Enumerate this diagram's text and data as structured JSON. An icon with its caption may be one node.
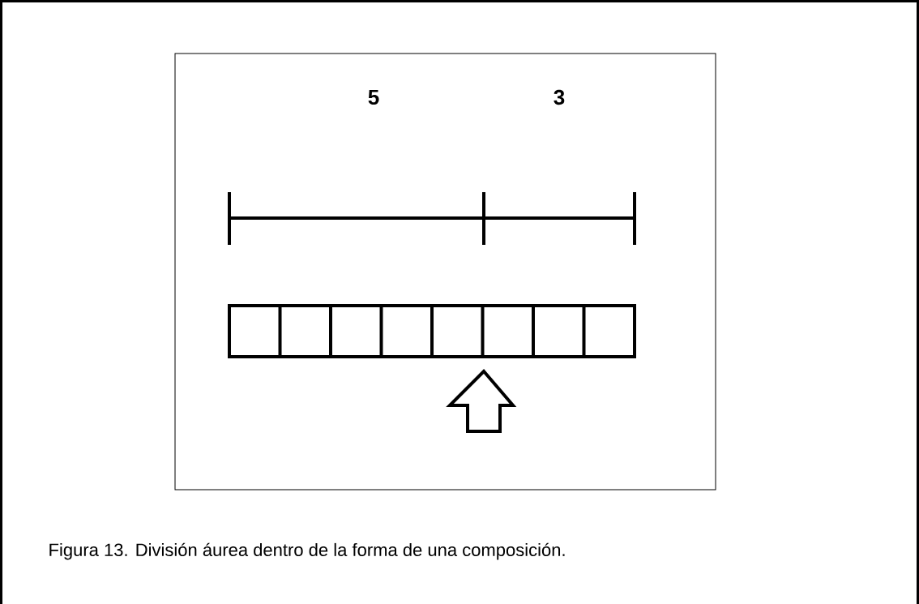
{
  "diagram": {
    "caption": "Figura 13. División áurea dentro de la forma de una composición.",
    "labels": [
      "5",
      "3"
    ]
  }
}
